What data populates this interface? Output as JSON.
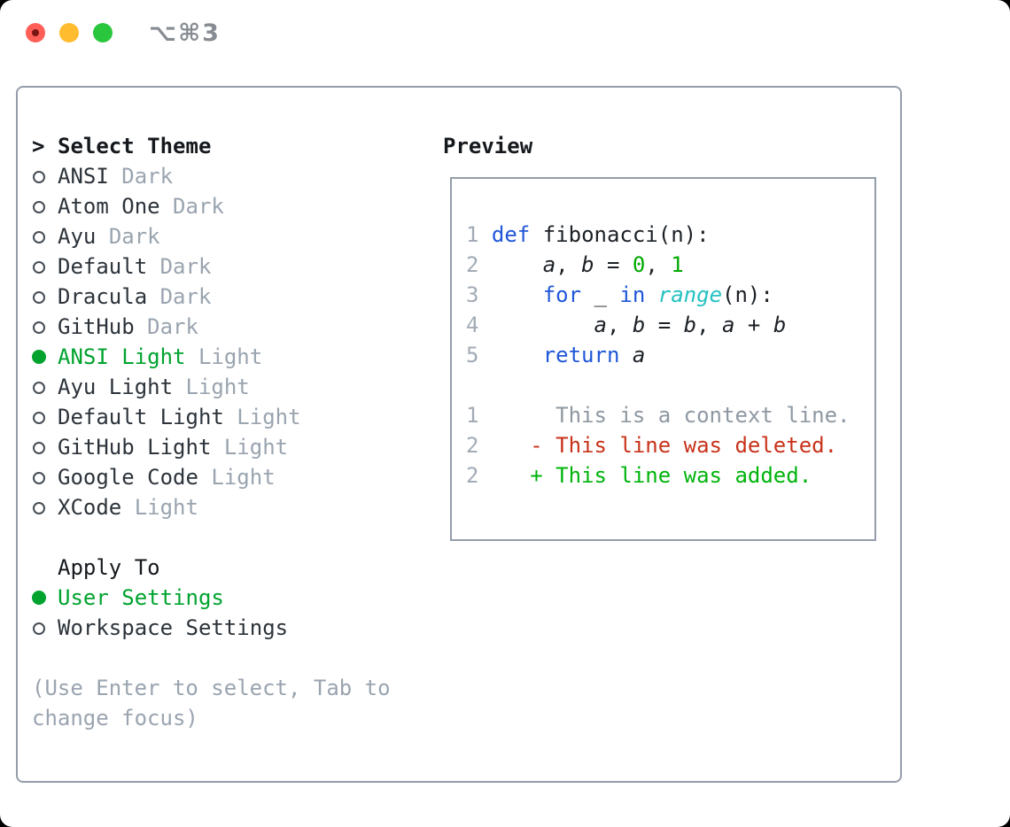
{
  "palette": {
    "tl_red": "#ff5f57",
    "tl_red_dot": "#771612",
    "tl_yellow": "#febc2e",
    "tl_green": "#2ac73e",
    "title_gray": "#878c92",
    "border": "#949ea9",
    "ink_hdr": "#15191d",
    "ink_name": "#2c333a",
    "ink_code": "#1c2126",
    "gray_badge": "#9aa4af",
    "gray_linenum": "#a2abb5",
    "gray_ctx": "#8e98a2",
    "green_ui": "#00a32e",
    "green_code": "#00a800",
    "green_add": "#00b40c",
    "red_del": "#c8321a",
    "blue": "#2057d8",
    "cyan": "#25c1c1"
  },
  "window": {
    "title": "⌥⌘3"
  },
  "theme_picker": {
    "prompt": ">",
    "title": "Select Theme",
    "items": [
      {
        "name": "ANSI",
        "badge": "Dark",
        "selected": false
      },
      {
        "name": "Atom One",
        "badge": "Dark",
        "selected": false
      },
      {
        "name": "Ayu",
        "badge": "Dark",
        "selected": false
      },
      {
        "name": "Default",
        "badge": "Dark",
        "selected": false
      },
      {
        "name": "Dracula",
        "badge": "Dark",
        "selected": false
      },
      {
        "name": "GitHub",
        "badge": "Dark",
        "selected": false
      },
      {
        "name": "ANSI Light",
        "badge": "Light",
        "selected": true
      },
      {
        "name": "Ayu Light",
        "badge": "Light",
        "selected": false
      },
      {
        "name": "Default Light",
        "badge": "Light",
        "selected": false
      },
      {
        "name": "GitHub Light",
        "badge": "Light",
        "selected": false
      },
      {
        "name": "Google Code",
        "badge": "Light",
        "selected": false
      },
      {
        "name": "XCode",
        "badge": "Light",
        "selected": false
      }
    ]
  },
  "apply_to": {
    "title": "Apply To",
    "options": [
      {
        "name": "User Settings",
        "selected": true
      },
      {
        "name": "Workspace Settings",
        "selected": false
      }
    ]
  },
  "help_text": "(Use Enter to select, Tab to change focus)",
  "preview": {
    "title": "Preview",
    "code_lines": [
      {
        "num": "1",
        "segments": [
          {
            "t": "def",
            "c": "kw"
          },
          {
            "t": " fibonacci(n):",
            "c": "plain"
          }
        ]
      },
      {
        "num": "2",
        "segments": [
          {
            "t": "    ",
            "c": "plain"
          },
          {
            "t": "a",
            "c": "var"
          },
          {
            "t": ", ",
            "c": "plain"
          },
          {
            "t": "b",
            "c": "var"
          },
          {
            "t": " = ",
            "c": "plain"
          },
          {
            "t": "0",
            "c": "num"
          },
          {
            "t": ", ",
            "c": "plain"
          },
          {
            "t": "1",
            "c": "num"
          }
        ]
      },
      {
        "num": "3",
        "segments": [
          {
            "t": "    ",
            "c": "plain"
          },
          {
            "t": "for",
            "c": "kw"
          },
          {
            "t": " _ ",
            "c": "plain"
          },
          {
            "t": "in",
            "c": "kw"
          },
          {
            "t": " ",
            "c": "plain"
          },
          {
            "t": "range",
            "c": "builtin"
          },
          {
            "t": "(n):",
            "c": "plain"
          }
        ]
      },
      {
        "num": "4",
        "segments": [
          {
            "t": "        ",
            "c": "plain"
          },
          {
            "t": "a",
            "c": "var"
          },
          {
            "t": ", ",
            "c": "plain"
          },
          {
            "t": "b",
            "c": "var"
          },
          {
            "t": " = ",
            "c": "plain"
          },
          {
            "t": "b",
            "c": "var"
          },
          {
            "t": ", ",
            "c": "plain"
          },
          {
            "t": "a",
            "c": "var"
          },
          {
            "t": " + ",
            "c": "plain"
          },
          {
            "t": "b",
            "c": "var"
          }
        ]
      },
      {
        "num": "5",
        "segments": [
          {
            "t": "    ",
            "c": "plain"
          },
          {
            "t": "return",
            "c": "kw"
          },
          {
            "t": " ",
            "c": "plain"
          },
          {
            "t": "a",
            "c": "var"
          }
        ]
      },
      {
        "num": "",
        "segments": []
      }
    ],
    "diff_lines": [
      {
        "num": "1",
        "kind": "ctx",
        "text": "     This is a context line."
      },
      {
        "num": "2",
        "kind": "del",
        "text": "   - This line was deleted."
      },
      {
        "num": "2",
        "kind": "add",
        "text": "   + This line was added."
      }
    ]
  }
}
